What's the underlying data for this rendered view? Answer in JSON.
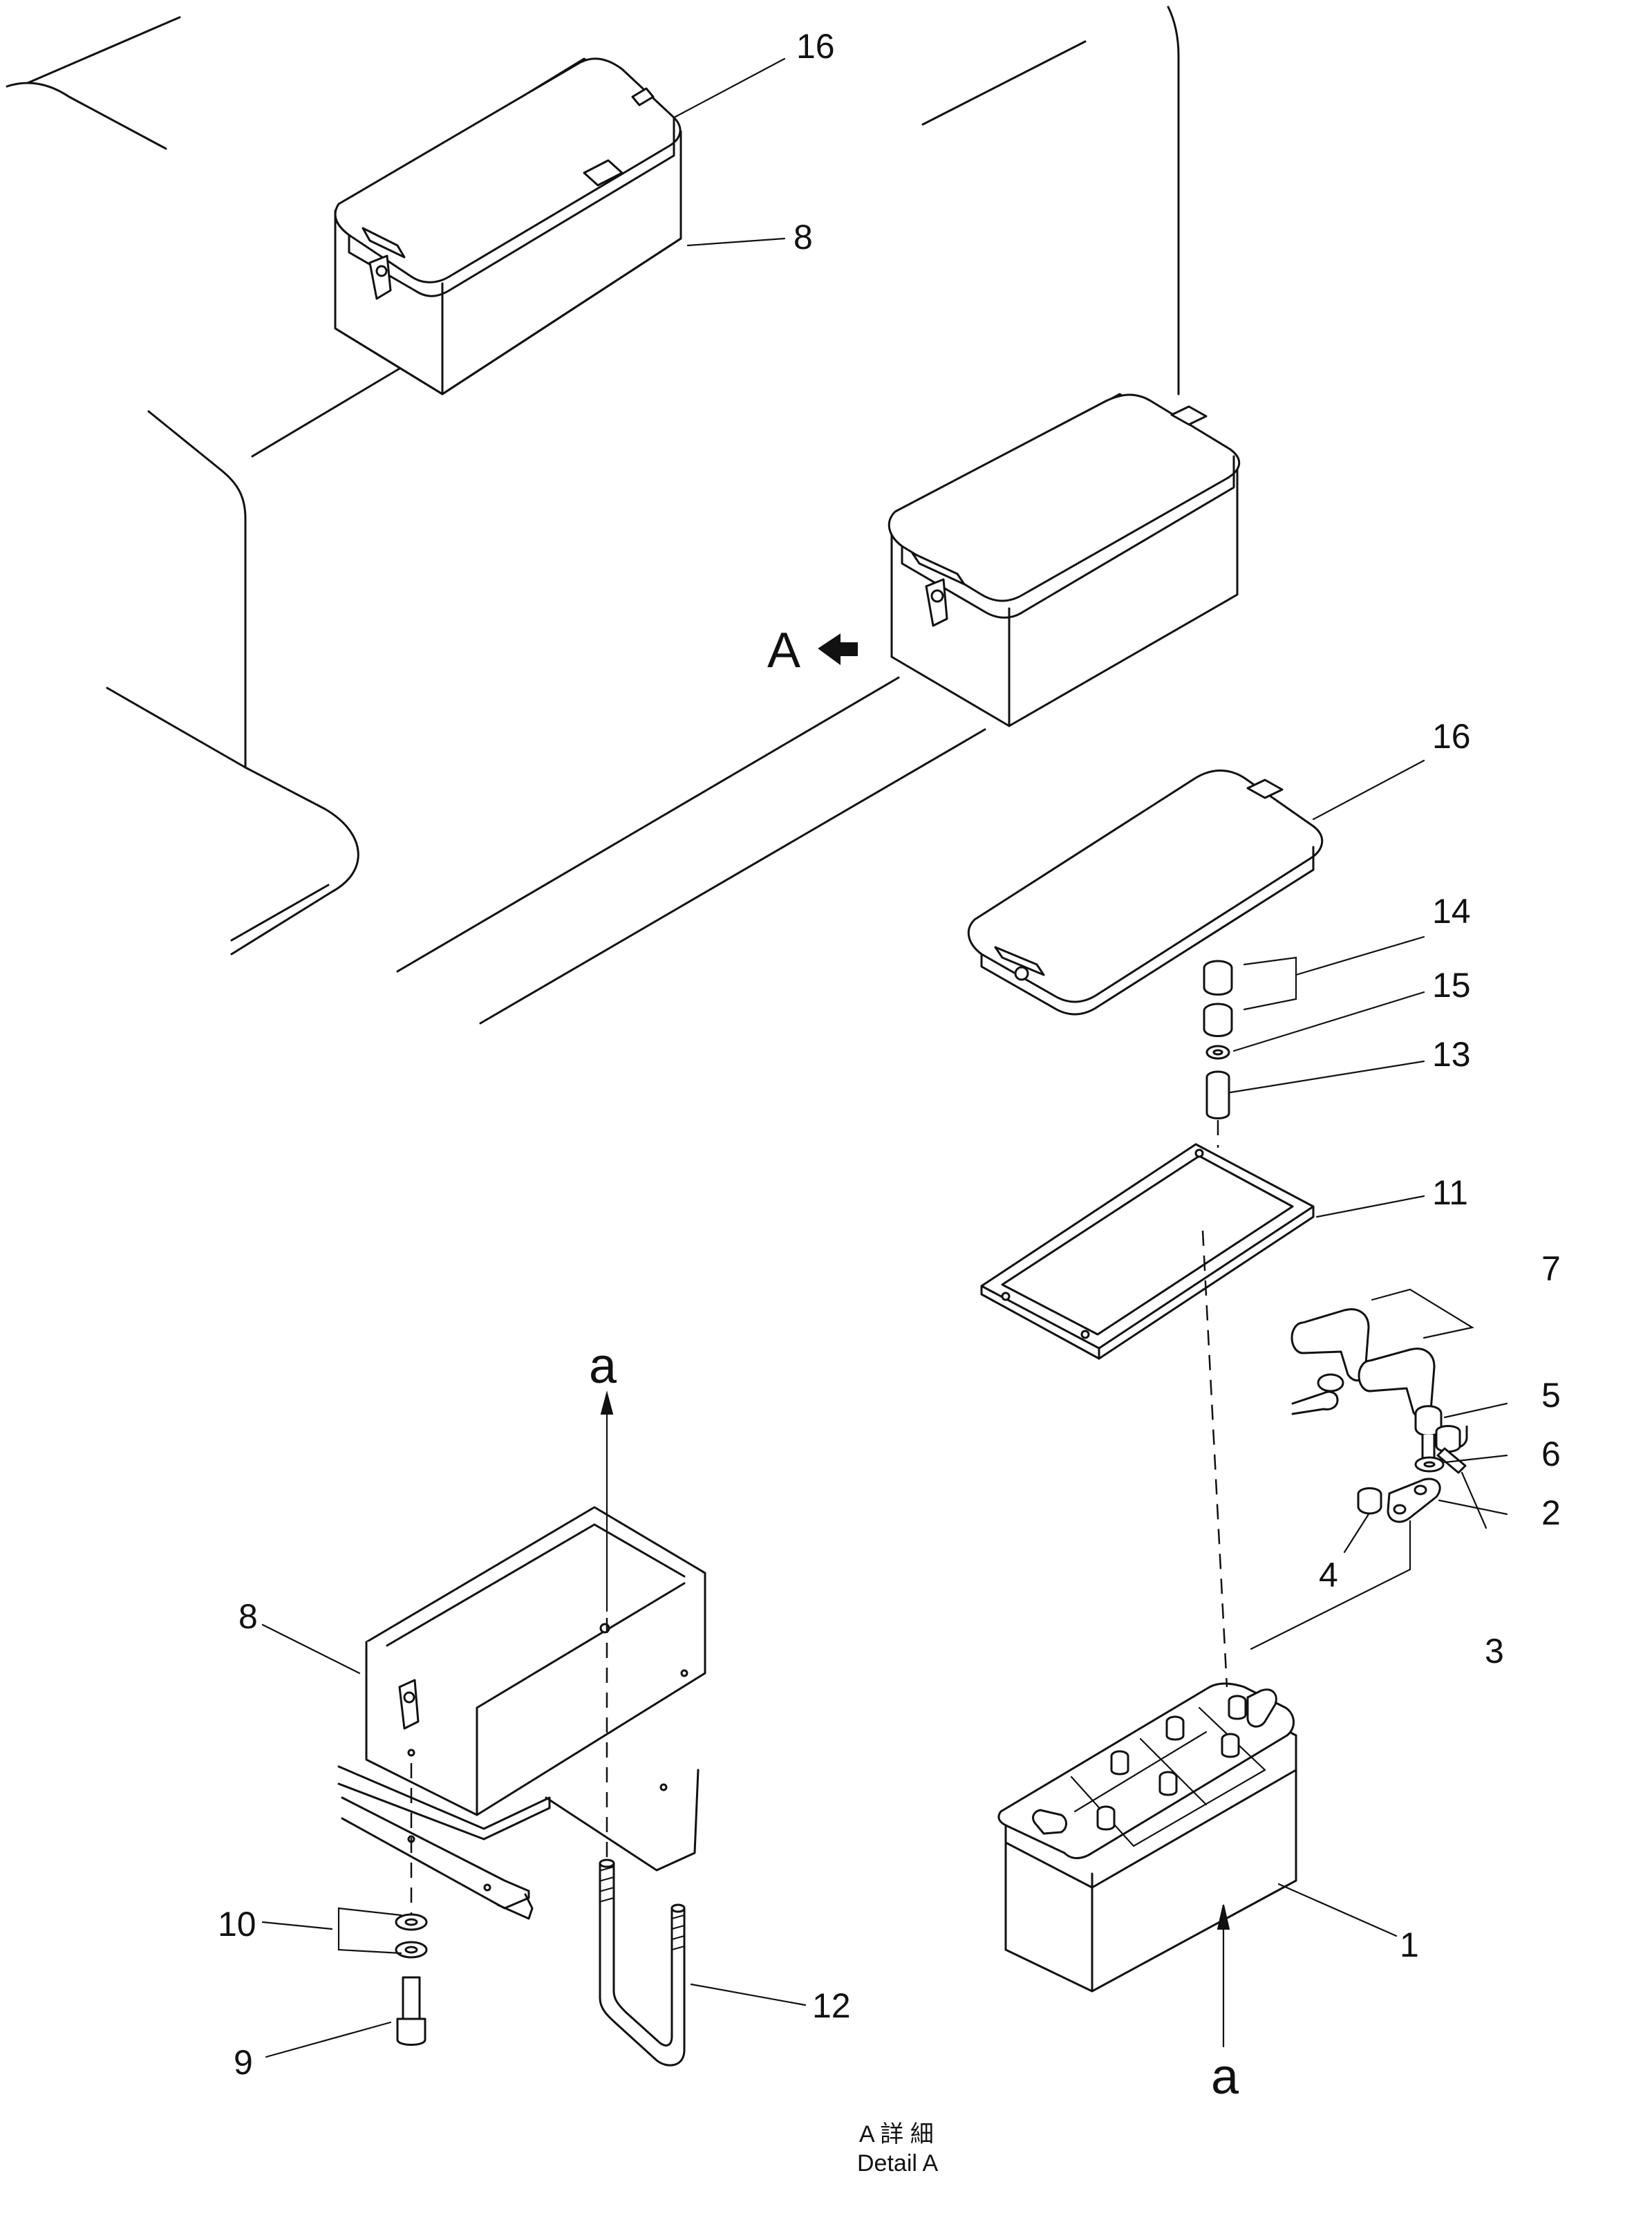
{
  "callouts": {
    "c16a": "16",
    "c8a": "8",
    "c16b": "16",
    "c14": "14",
    "c15": "15",
    "c13": "13",
    "c11": "11",
    "c7": "7",
    "c5": "5",
    "c6": "6",
    "c2": "2",
    "c4": "4",
    "c3": "3",
    "c1": "1",
    "c8b": "8",
    "c10": "10",
    "c9": "9",
    "c12": "12"
  },
  "view_marker": "A",
  "axis_top": "a",
  "axis_bottom": "a",
  "caption": {
    "line1": "A 詳 細",
    "line2": "Detail A"
  }
}
